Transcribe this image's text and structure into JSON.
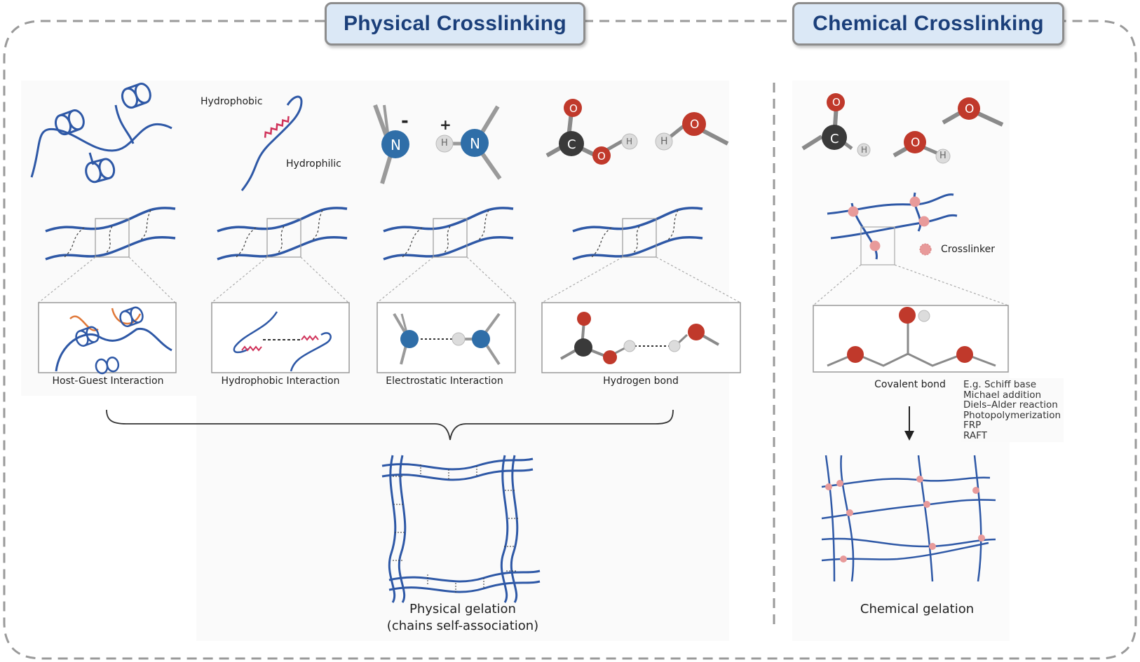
{
  "headings": {
    "physical": "Physical Crosslinking",
    "chemical": "Chemical Crosslinking"
  },
  "labels": {
    "hydrophobic": "Hydrophobic",
    "hydrophilic": "Hydrophilic",
    "crosslinker": "Crosslinker"
  },
  "captions": {
    "host_guest": "Host-Guest Interaction",
    "hydrophobic_interaction": "Hydrophobic Interaction",
    "electrostatic_interaction": "Electrostatic Interaction",
    "hydrogen_bond": "Hydrogen bond",
    "covalent_bond": "Covalent bond"
  },
  "examples": [
    "E.g. Schiff base",
    "Michael addition",
    "Diels–Alder reaction",
    "Photopolymerization",
    "FRP",
    "RAFT"
  ],
  "gelation": {
    "physical_line1": "Physical gelation",
    "physical_line2": "(chains self-association)",
    "chemical": "Chemical  gelation"
  },
  "atoms": {
    "n": "N",
    "h": "H",
    "o": "O",
    "c": "C",
    "minus": "-",
    "plus": "+"
  },
  "colors": {
    "chain": "#2e58a6",
    "heading_bg": "#dbe8f6",
    "heading_text": "#1b3f7a",
    "oxygen": "#c0392b",
    "carbon": "#3a3a3a",
    "nitrogen": "#2f6ea8",
    "hydrogen": "#d9d9d9",
    "crosslinker": "#e89a9a",
    "hydrophobic_tail": "#d0325a",
    "guest": "#e07838"
  }
}
